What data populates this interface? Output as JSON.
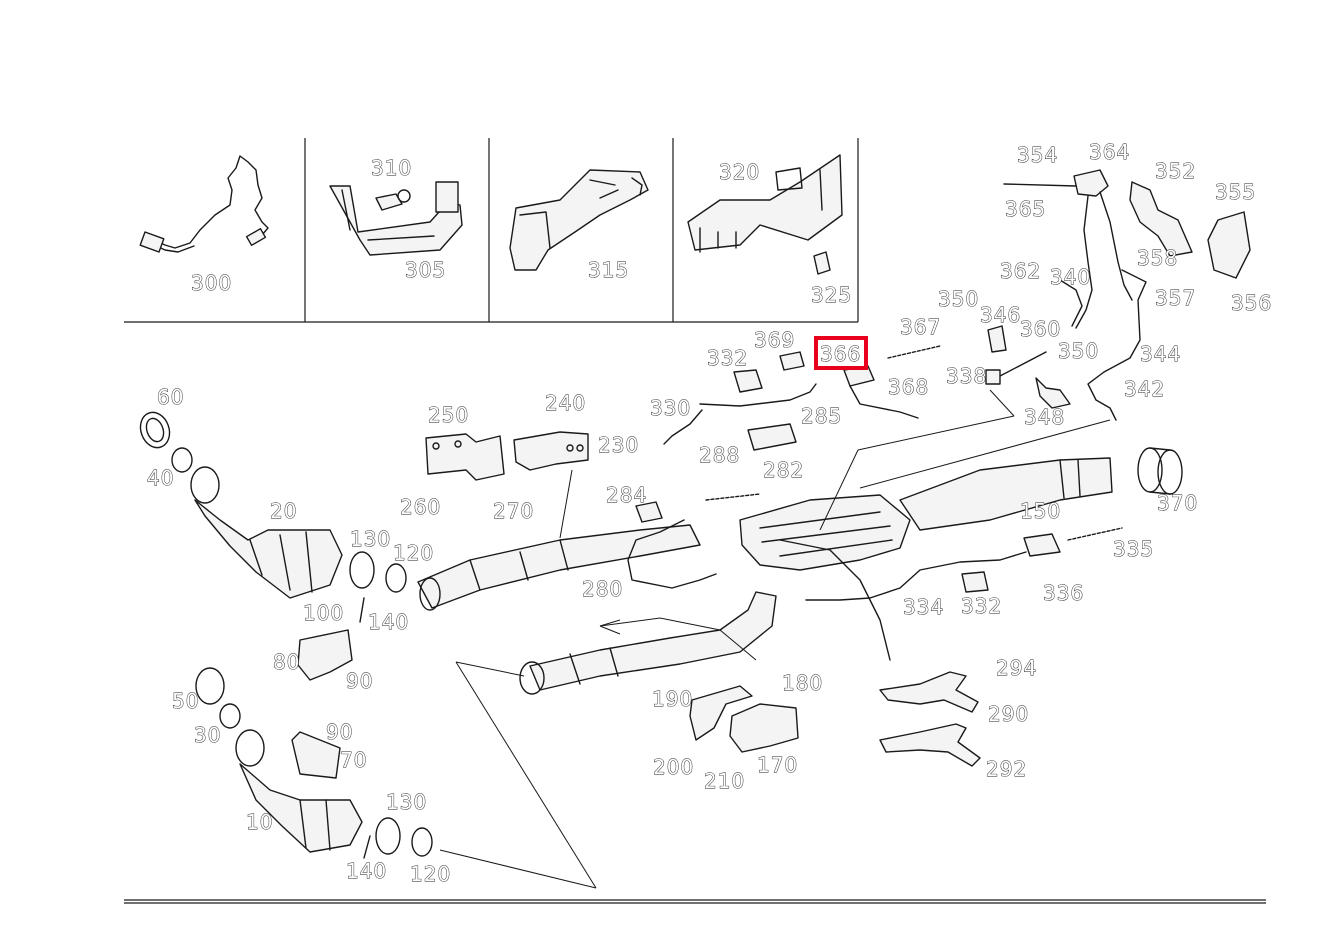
{
  "diagram": {
    "highlight_color": "#e8001c",
    "highlighted_part": "366",
    "inset_labels": [
      "300",
      "305",
      "310",
      "315",
      "320",
      "325"
    ],
    "labels": {
      "p300": "300",
      "p305": "305",
      "p310": "310",
      "p315": "315",
      "p320": "320",
      "p325": "325",
      "p354": "354",
      "p364": "364",
      "p352": "352",
      "p355": "355",
      "p365": "365",
      "p358": "358",
      "p362": "362",
      "p340": "340",
      "p357": "357",
      "p356": "356",
      "p350a": "350",
      "p346": "346",
      "p360": "360",
      "p367": "367",
      "p369": "369",
      "p366": "366",
      "p332a": "332",
      "p338": "338",
      "p350b": "350",
      "p344": "344",
      "p368": "368",
      "p342": "342",
      "p330": "330",
      "p348": "348",
      "p60": "60",
      "p250": "250",
      "p240": "240",
      "p285": "285",
      "p230": "230",
      "p288": "288",
      "p282": "282",
      "p40": "40",
      "p370": "370",
      "p260": "260",
      "p270": "270",
      "p284": "284",
      "p20": "20",
      "p150": "150",
      "p130a": "130",
      "p120a": "120",
      "p335": "335",
      "p280": "280",
      "p336": "336",
      "p100": "100",
      "p140a": "140",
      "p334": "334",
      "p332b": "332",
      "p80": "80",
      "p90a": "90",
      "p294": "294",
      "p50": "50",
      "p190": "190",
      "p180": "180",
      "p290": "290",
      "p30": "30",
      "p90b": "90",
      "p70": "70",
      "p200": "200",
      "p170": "170",
      "p292": "292",
      "p210": "210",
      "p130b": "130",
      "p10": "10",
      "p140b": "140",
      "p120b": "120"
    }
  }
}
